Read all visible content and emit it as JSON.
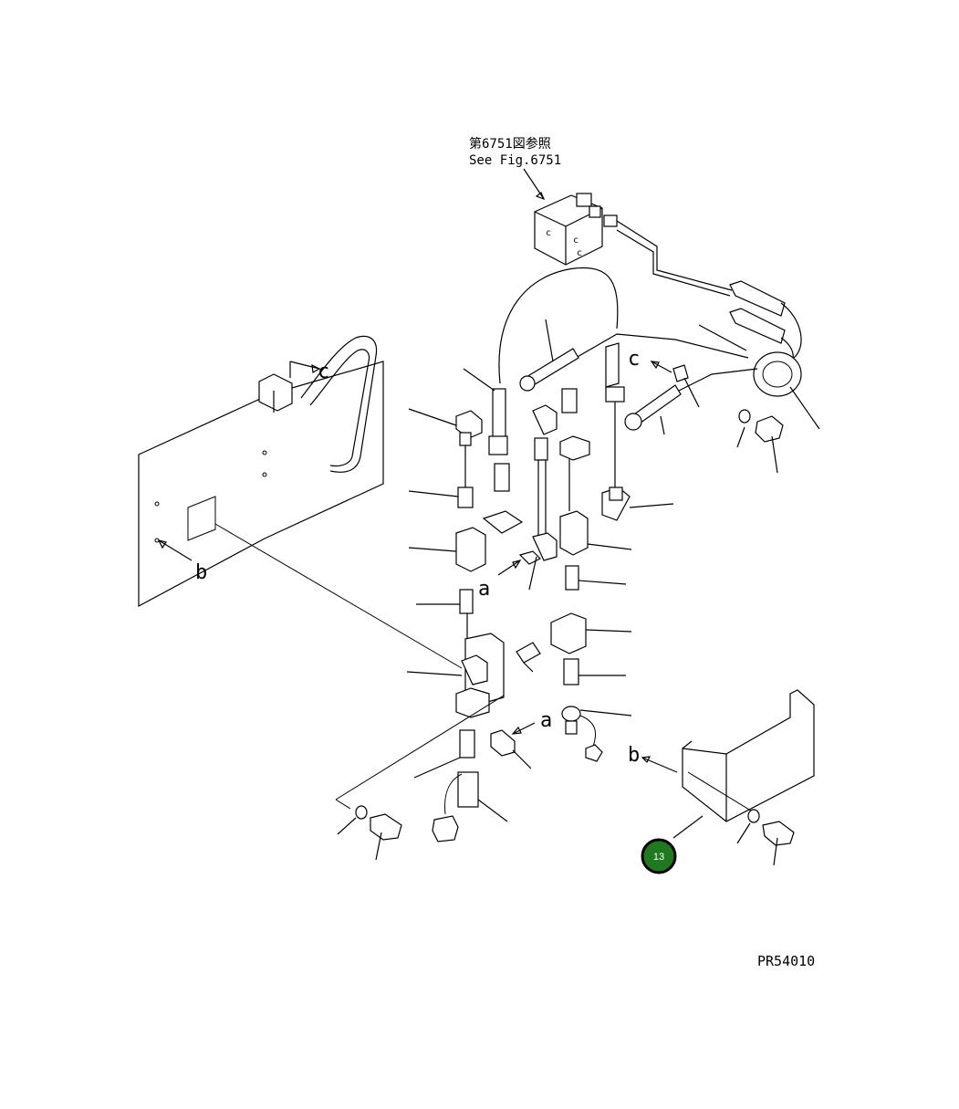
{
  "reference": {
    "line_jp": "第6751図参照",
    "line_en": "See Fig.6751"
  },
  "view_labels": {
    "a_upper": "a",
    "a_lower": "a",
    "b_left": "b",
    "b_right": "b",
    "c_left": "c",
    "c_right": "c"
  },
  "callout": {
    "number": "13",
    "color": "#1f7a1f"
  },
  "drawing_code": "PR54010"
}
